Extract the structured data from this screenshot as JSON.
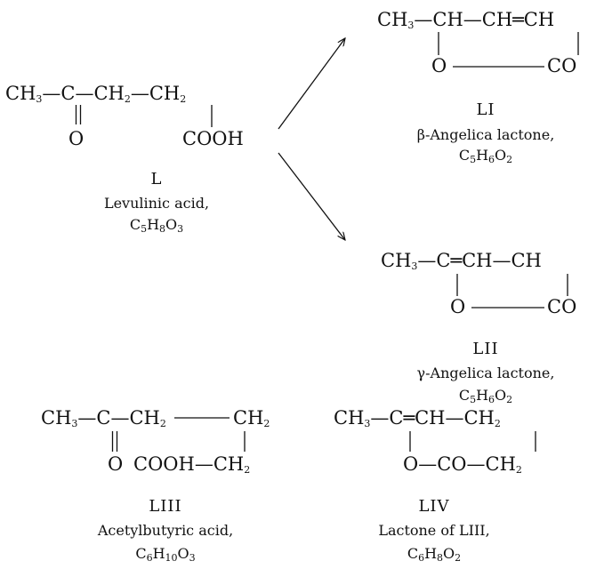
{
  "compounds": [
    {
      "number": "L",
      "name": "Levulinic acid,",
      "formula": "C<sub>5</sub>H<sub>8</sub>O<sub>3</sub>",
      "row1": "CH<sub>3</sub>—C—CH<sub>2</sub>—CH<sub>2</sub>",
      "ketone_o": "O",
      "acid_group": "COOH"
    },
    {
      "number": "LI",
      "name": "β-Angelica lactone,",
      "formula": "C<sub>5</sub>H<sub>6</sub>O<sub>2</sub>",
      "row1": "CH<sub>3</sub>—CH—CH═CH",
      "ring_o": "O",
      "ring_co": "CO"
    },
    {
      "number": "LII",
      "name": "γ-Angelica lactone,",
      "formula": "C<sub>5</sub>H<sub>6</sub>O<sub>2</sub>",
      "row1": "CH<sub>3</sub>—C═CH—CH",
      "ring_o": "O",
      "ring_co": "CO"
    },
    {
      "number": "LIII",
      "name": "Acetylbutyric acid,",
      "formula": "C<sub>6</sub>H<sub>10</sub>O<sub>3</sub>",
      "row1": "CH<sub>3</sub>—C—CH<sub>2</sub>",
      "row1_end": "CH<sub>2</sub>",
      "ketone_o": "O",
      "row2": "COOH—CH<sub>2</sub>"
    },
    {
      "number": "LIV",
      "name": "Lactone of LIII,",
      "formula": "C<sub>6</sub>H<sub>8</sub>O<sub>2</sub>",
      "row1": "CH<sub>3</sub>—C═CH—CH<sub>2</sub>",
      "row2": "O—CO—CH<sub>2</sub>"
    }
  ]
}
